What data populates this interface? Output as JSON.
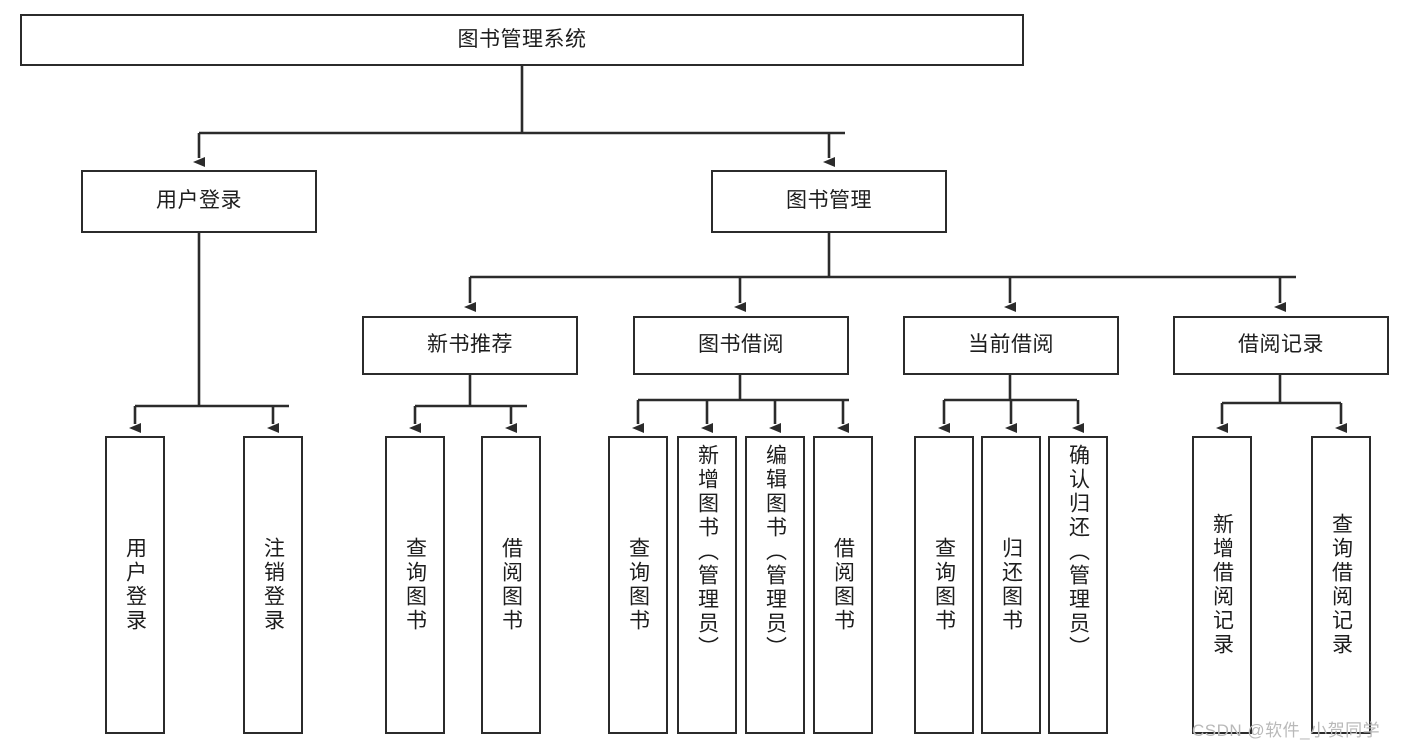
{
  "diagram": {
    "title": "图书管理系统",
    "type": "tree-hierarchy-diagram",
    "watermark": "CSDN @软件_小贺同学",
    "colors": {
      "node_border": "#2b2b2b",
      "node_fill": "#ffffff",
      "edge": "#2b2b2b",
      "text": "#1d1d1d",
      "watermark": "#b9b9b9",
      "background": "#ffffff"
    },
    "nodes": {
      "root": {
        "label": "图书管理系统"
      },
      "level2": [
        {
          "id": "user-login",
          "label": "用户登录"
        },
        {
          "id": "book-management",
          "label": "图书管理"
        }
      ],
      "level3": [
        {
          "id": "new-book-recommend",
          "label": "新书推荐"
        },
        {
          "id": "book-borrow",
          "label": "图书借阅"
        },
        {
          "id": "current-borrow",
          "label": "当前借阅"
        },
        {
          "id": "borrow-record",
          "label": "借阅记录"
        }
      ],
      "leaves": {
        "user-login": [
          {
            "id": "leaf-user-login",
            "label": "用户登录"
          },
          {
            "id": "leaf-logout-login",
            "label": "注销登录"
          }
        ],
        "new-book-recommend": [
          {
            "id": "leaf-query-book-1",
            "label": "查询图书"
          },
          {
            "id": "leaf-borrow-book-1",
            "label": "借阅图书"
          }
        ],
        "book-borrow": [
          {
            "id": "leaf-query-book-2",
            "label": "查询图书"
          },
          {
            "id": "leaf-add-book-admin",
            "label": "新增图书（管理员）"
          },
          {
            "id": "leaf-edit-book-admin",
            "label": "编辑图书（管理员）"
          },
          {
            "id": "leaf-borrow-book-2",
            "label": "借阅图书"
          }
        ],
        "current-borrow": [
          {
            "id": "leaf-query-book-3",
            "label": "查询图书"
          },
          {
            "id": "leaf-return-book",
            "label": "归还图书"
          },
          {
            "id": "leaf-confirm-return-admin",
            "label": "确认归还（管理员）"
          }
        ],
        "borrow-record": [
          {
            "id": "leaf-add-borrow-record",
            "label": "新增借阅记录"
          },
          {
            "id": "leaf-query-borrow-record",
            "label": "查询借阅记录"
          }
        ]
      }
    }
  }
}
